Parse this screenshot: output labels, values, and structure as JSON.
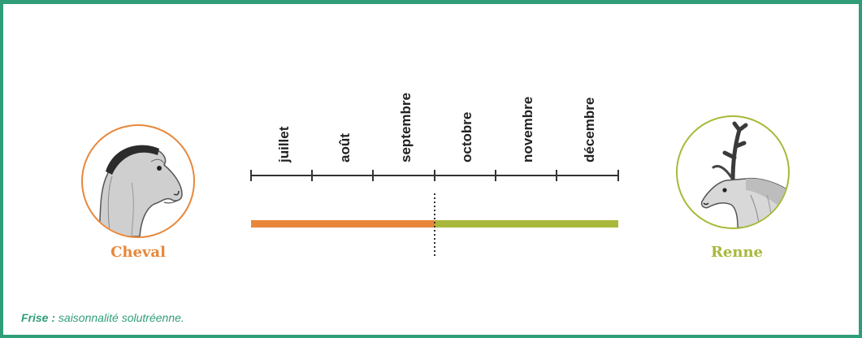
{
  "months": [
    "juillet",
    "août",
    "septembre",
    "octobre",
    "novembre",
    "décembre"
  ],
  "animals": {
    "horse": {
      "name": "Cheval",
      "color": "#e8873a",
      "image": "horse-head-illustration"
    },
    "reindeer": {
      "name": "Renne",
      "color": "#a9b83a",
      "image": "reindeer-head-illustration"
    }
  },
  "seasons": {
    "horse_months": [
      "juillet",
      "août",
      "septembre"
    ],
    "reindeer_months": [
      "octobre",
      "novembre",
      "décembre"
    ]
  },
  "caption": {
    "label": "Frise :",
    "text": " saisonnalité solutréenne."
  },
  "colors": {
    "frame": "#2f9e78",
    "horse": "#e8873a",
    "reindeer": "#a9b83a"
  }
}
